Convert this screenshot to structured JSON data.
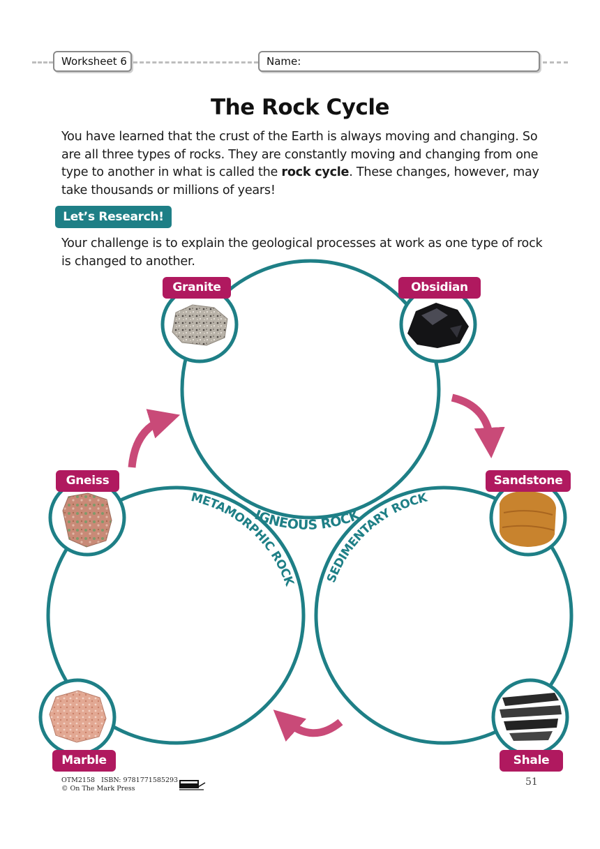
{
  "header": {
    "worksheet_label": "Worksheet 6",
    "name_label": "Name:"
  },
  "title": "The Rock Cycle",
  "intro": {
    "part1": "You have learned that the crust of the Earth is always moving and changing. So are all three types of rocks. They are constantly moving and changing from one type to another in what is called the ",
    "bold": "rock cycle",
    "part2": ". These changes, however, may take thousands or millions of years!"
  },
  "research_banner": "Let’s Research!",
  "challenge": "Your challenge is to explain the geological processes at work as one type of rock is changed to another.",
  "cycle": {
    "igneous_label": "IGNEOUS ROCK",
    "metamorphic_label": "METAMORPHIC ROCK",
    "sedimentary_label": "SEDIMENTARY ROCK"
  },
  "rocks": {
    "granite": "Granite",
    "obsidian": "Obsidian",
    "gneiss": "Gneiss",
    "sandstone": "Sandstone",
    "marble": "Marble",
    "shale": "Shale"
  },
  "colors": {
    "teal": "#1e7f86",
    "magenta": "#b0195f",
    "arrow": "#c94a78"
  },
  "footer": {
    "code_line": "OTM2158   ISBN: 9781771585293",
    "copyright": "© On The Mark Press",
    "page_number": "51"
  }
}
